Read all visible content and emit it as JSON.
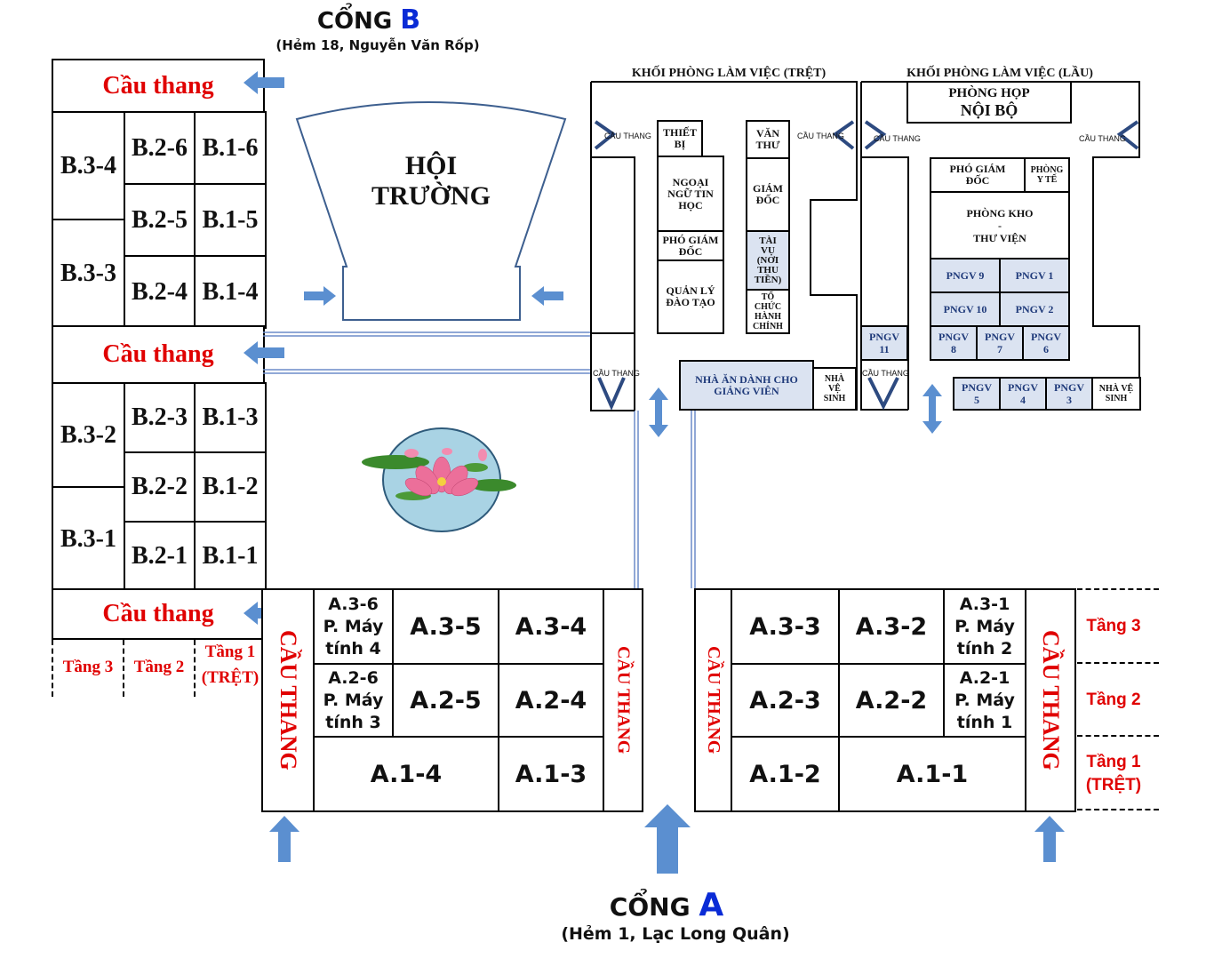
{
  "gate_b": {
    "label": "CỔNG",
    "letter": "B",
    "address": "(Hẻm 18, Nguyễn Văn Rốp)"
  },
  "gate_a": {
    "label": "CỔNG",
    "letter": "A",
    "address": "(Hẻm 1, Lạc Long Quân)"
  },
  "stairs_label": "Cầu thang",
  "stairs_vertical": "CẦU THANG",
  "block_b": {
    "top": [
      {
        "col3": "B.3-4",
        "rows": [
          [
            "B.2-6",
            "B.1-6"
          ],
          [
            "B.2-5",
            "B.1-5"
          ]
        ]
      },
      {
        "col3": "B.3-3",
        "rows": [
          [
            "B.2-4",
            "B.1-4"
          ]
        ]
      }
    ],
    "rows_upper": [
      [
        "B.2-6",
        "B.1-6"
      ],
      [
        "B.2-5",
        "B.1-5"
      ],
      [
        "B.2-4",
        "B.1-4"
      ]
    ],
    "col3_upper": [
      "B.3-4",
      "B.3-3"
    ],
    "rows_lower": [
      [
        "B.2-3",
        "B.1-3"
      ],
      [
        "B.2-2",
        "B.1-2"
      ],
      [
        "B.2-1",
        "B.1-1"
      ]
    ],
    "col3_lower": [
      "B.3-2",
      "B.3-1"
    ],
    "floor_labels": [
      "Tầng 3",
      "Tầng 2",
      "Tầng 1",
      "(TRỆT)"
    ]
  },
  "hall": {
    "line1": "HỘI",
    "line2": "TRƯỜNG"
  },
  "block_a_left": {
    "r3": [
      "A.3-6",
      "P. Máy",
      "tính 4",
      "A.3-5",
      "A.3-4"
    ],
    "r2": [
      "A.2-6",
      "P. Máy",
      "tính 3",
      "A.2-5",
      "A.2-4"
    ],
    "r1": [
      "A.1-4",
      "A.1-3"
    ]
  },
  "block_a_right": {
    "r3": [
      "A.3-3",
      "A.3-2",
      "A.3-1",
      "P. Máy",
      "tính 2"
    ],
    "r2": [
      "A.2-3",
      "A.2-2",
      "A.2-1",
      "P. Máy",
      "tính 1"
    ],
    "r1": [
      "A.1-2",
      "A.1-1"
    ]
  },
  "floor_right": {
    "f3": "Tầng 3",
    "f2": "Tầng 2",
    "f1a": "Tầng 1",
    "f1b": "(TRỆT)"
  },
  "office_ground": {
    "title": "KHỐI PHÒNG LÀM VIỆC (TRỆT)",
    "stair": "CẦU THANG",
    "thiet_bi": [
      "THIẾT",
      "BỊ"
    ],
    "ngoai_ngu": [
      "NGOẠI",
      "NGỮ TIN",
      "HỌC"
    ],
    "pho_gd": [
      "PHÓ GIÁM",
      "ĐỐC"
    ],
    "ql_dt": [
      "QUẢN LÝ",
      "ĐÀO TẠO"
    ],
    "van_thu": [
      "VĂN",
      "THƯ"
    ],
    "giam_doc": [
      "GIÁM",
      "ĐỐC"
    ],
    "tai_vu": [
      "TÀI",
      "VỤ",
      "(NƠI",
      "THU",
      "TIỀN)"
    ],
    "tchc": [
      "TỔ",
      "CHỨC",
      "HÀNH",
      "CHÍNH"
    ],
    "nha_an": [
      "NHÀ ĂN DÀNH CHO",
      "GIẢNG VIÊN"
    ],
    "wc": [
      "NHÀ",
      "VỆ",
      "SINH"
    ]
  },
  "office_upper": {
    "title": "KHỐI PHÒNG LÀM VIỆC (LẦU)",
    "stair": "CẦU THANG",
    "hop": [
      "PHÒNG HỌP",
      "NỘI BỘ"
    ],
    "pho_gd": [
      "PHÓ GIÁM",
      "ĐỐC"
    ],
    "yte": [
      "PHÒNG",
      "Y TẾ"
    ],
    "kho": [
      "PHÒNG KHO",
      "-",
      "THƯ VIỆN"
    ],
    "pngv": [
      "PNGV 9",
      "PNGV 1",
      "PNGV 10",
      "PNGV 2"
    ],
    "pngv_small": [
      [
        "PNGV",
        "8"
      ],
      [
        "PNGV",
        "7"
      ],
      [
        "PNGV",
        "6"
      ]
    ],
    "pngv11": [
      "PNGV",
      "11"
    ],
    "pngv_bottom": [
      [
        "PNGV",
        "5"
      ],
      [
        "PNGV",
        "4"
      ],
      [
        "PNGV",
        "3"
      ]
    ],
    "wc": [
      "NHÀ VỆ",
      "SINH"
    ]
  },
  "colors": {
    "arrow": "#5b8fd0",
    "stairs_red": "#e00000",
    "pngv_fill": "#dbe3f1",
    "gate_letter": "#0a2bd6"
  }
}
